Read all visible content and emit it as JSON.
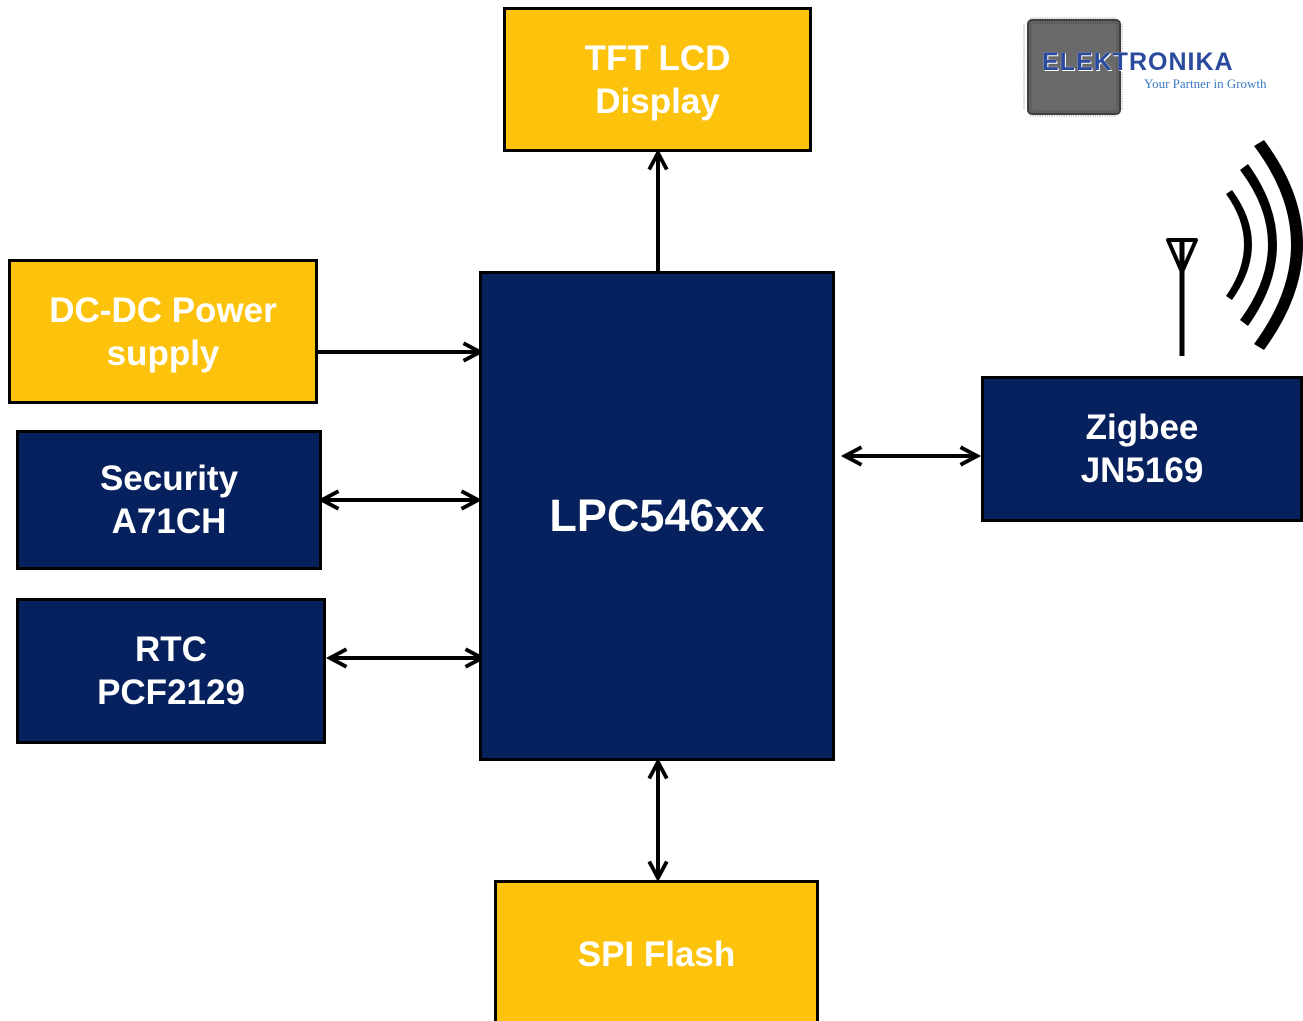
{
  "blocks": {
    "tft": {
      "line1": "TFT LCD",
      "line2": "Display"
    },
    "power": {
      "line1": "DC-DC Power",
      "line2": "supply"
    },
    "security": {
      "line1": "Security",
      "line2": "A71CH"
    },
    "rtc": {
      "line1": "RTC",
      "line2": "PCF2129"
    },
    "mcu": {
      "label": "LPC546xx"
    },
    "zigbee": {
      "line1": "Zigbee",
      "line2": "JN5169"
    },
    "flash": {
      "label": "SPI Flash"
    }
  },
  "logo": {
    "name": "ELEKTRONIKA",
    "tagline": "Your Partner in Growth"
  },
  "colors": {
    "yellow": "#fdc20b",
    "navy": "#06215e",
    "outline": "#000000"
  },
  "icons": [
    "antenna-icon",
    "wireless-signal-icon",
    "chip-logo-icon"
  ]
}
